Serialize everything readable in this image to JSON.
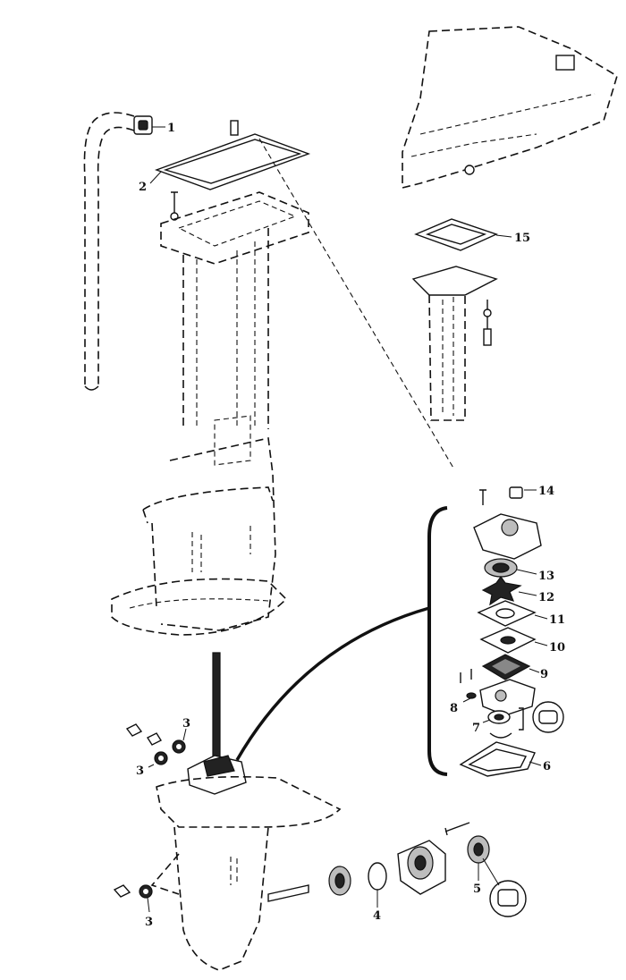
{
  "callouts": [
    {
      "id": "1",
      "text": "1"
    },
    {
      "id": "2",
      "text": "2"
    },
    {
      "id": "3a",
      "text": "3"
    },
    {
      "id": "3b",
      "text": "3"
    },
    {
      "id": "3c",
      "text": "3"
    },
    {
      "id": "4",
      "text": "4"
    },
    {
      "id": "5",
      "text": "5"
    },
    {
      "id": "6",
      "text": "6"
    },
    {
      "id": "7",
      "text": "7"
    },
    {
      "id": "8",
      "text": "8"
    },
    {
      "id": "9",
      "text": "9"
    },
    {
      "id": "10",
      "text": "10"
    },
    {
      "id": "11",
      "text": "11"
    },
    {
      "id": "12",
      "text": "12"
    },
    {
      "id": "13",
      "text": "13"
    },
    {
      "id": "14",
      "text": "14"
    },
    {
      "id": "15",
      "text": "15"
    }
  ]
}
